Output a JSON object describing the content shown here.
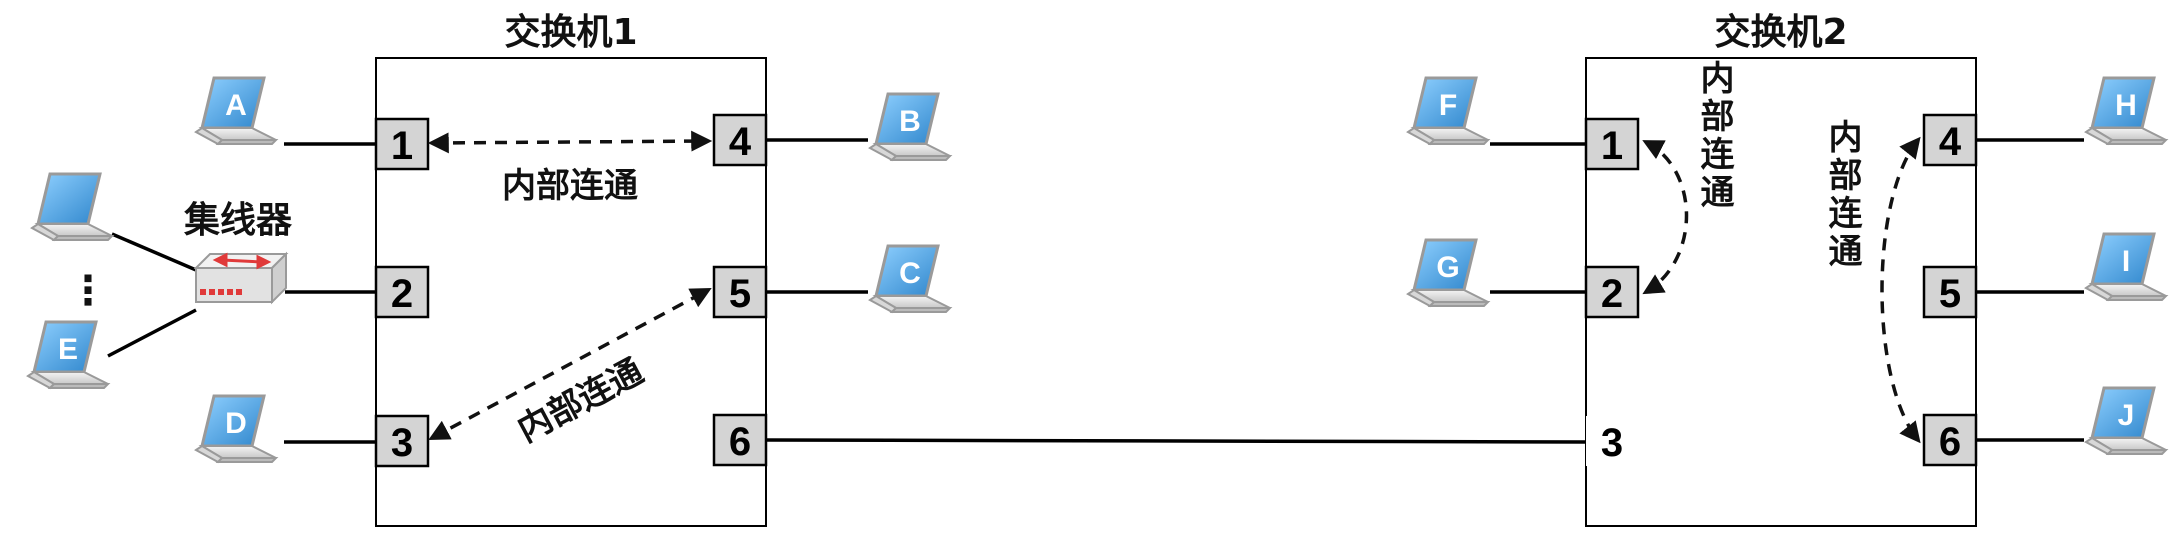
{
  "switches": [
    {
      "title": "交换机1",
      "ports": [
        "1",
        "2",
        "3",
        "4",
        "5",
        "6"
      ]
    },
    {
      "title": "交换机2",
      "ports": [
        "1",
        "2",
        "3",
        "4",
        "5",
        "6"
      ]
    }
  ],
  "hub": {
    "label": "集线器",
    "dots": "⋮"
  },
  "hosts": [
    "A",
    "B",
    "C",
    "D",
    "E",
    "F",
    "G",
    "H",
    "I",
    "J"
  ],
  "links_internal": {
    "sw1_1_4": "内部连通",
    "sw1_3_5": "内部连通",
    "sw2_1_2": "内部连通",
    "sw2_4_6": "内部连通"
  },
  "colors": {
    "laptop_screen": "#4aa3e0",
    "hub_arrow": "#e03a3a",
    "port_fill": "#d4d4d4"
  }
}
